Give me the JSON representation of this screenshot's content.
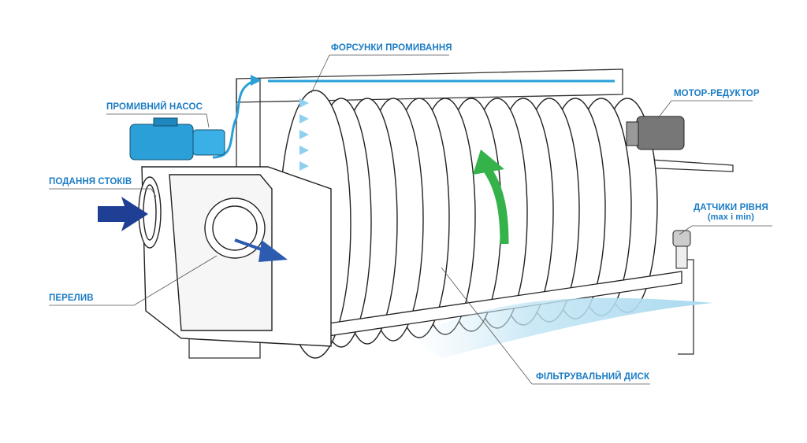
{
  "labels": {
    "nozzles": "ФОРСУНКИ ПРОМИВАННЯ",
    "wash_pump": "ПРОМИВНИЙ НАСОС",
    "gear_motor": "МОТОР-РЕДУКТОР",
    "inflow": "ПОДАННЯ СТОКІВ",
    "level_sensors": "ДАТЧИКИ РІВНЯ",
    "level_sensors_sub": "(max i min)",
    "overflow": "ПЕРЕЛИВ",
    "filter_disk": "ФІЛЬТРУВАЛЬНИЙ ДИСК"
  },
  "colors": {
    "label": "#1b7cc4",
    "pump": "#2a9fd8",
    "inflow_arrow": "#1f3f94",
    "flow_up": "#35b24a",
    "water": "#bfe3f3"
  }
}
